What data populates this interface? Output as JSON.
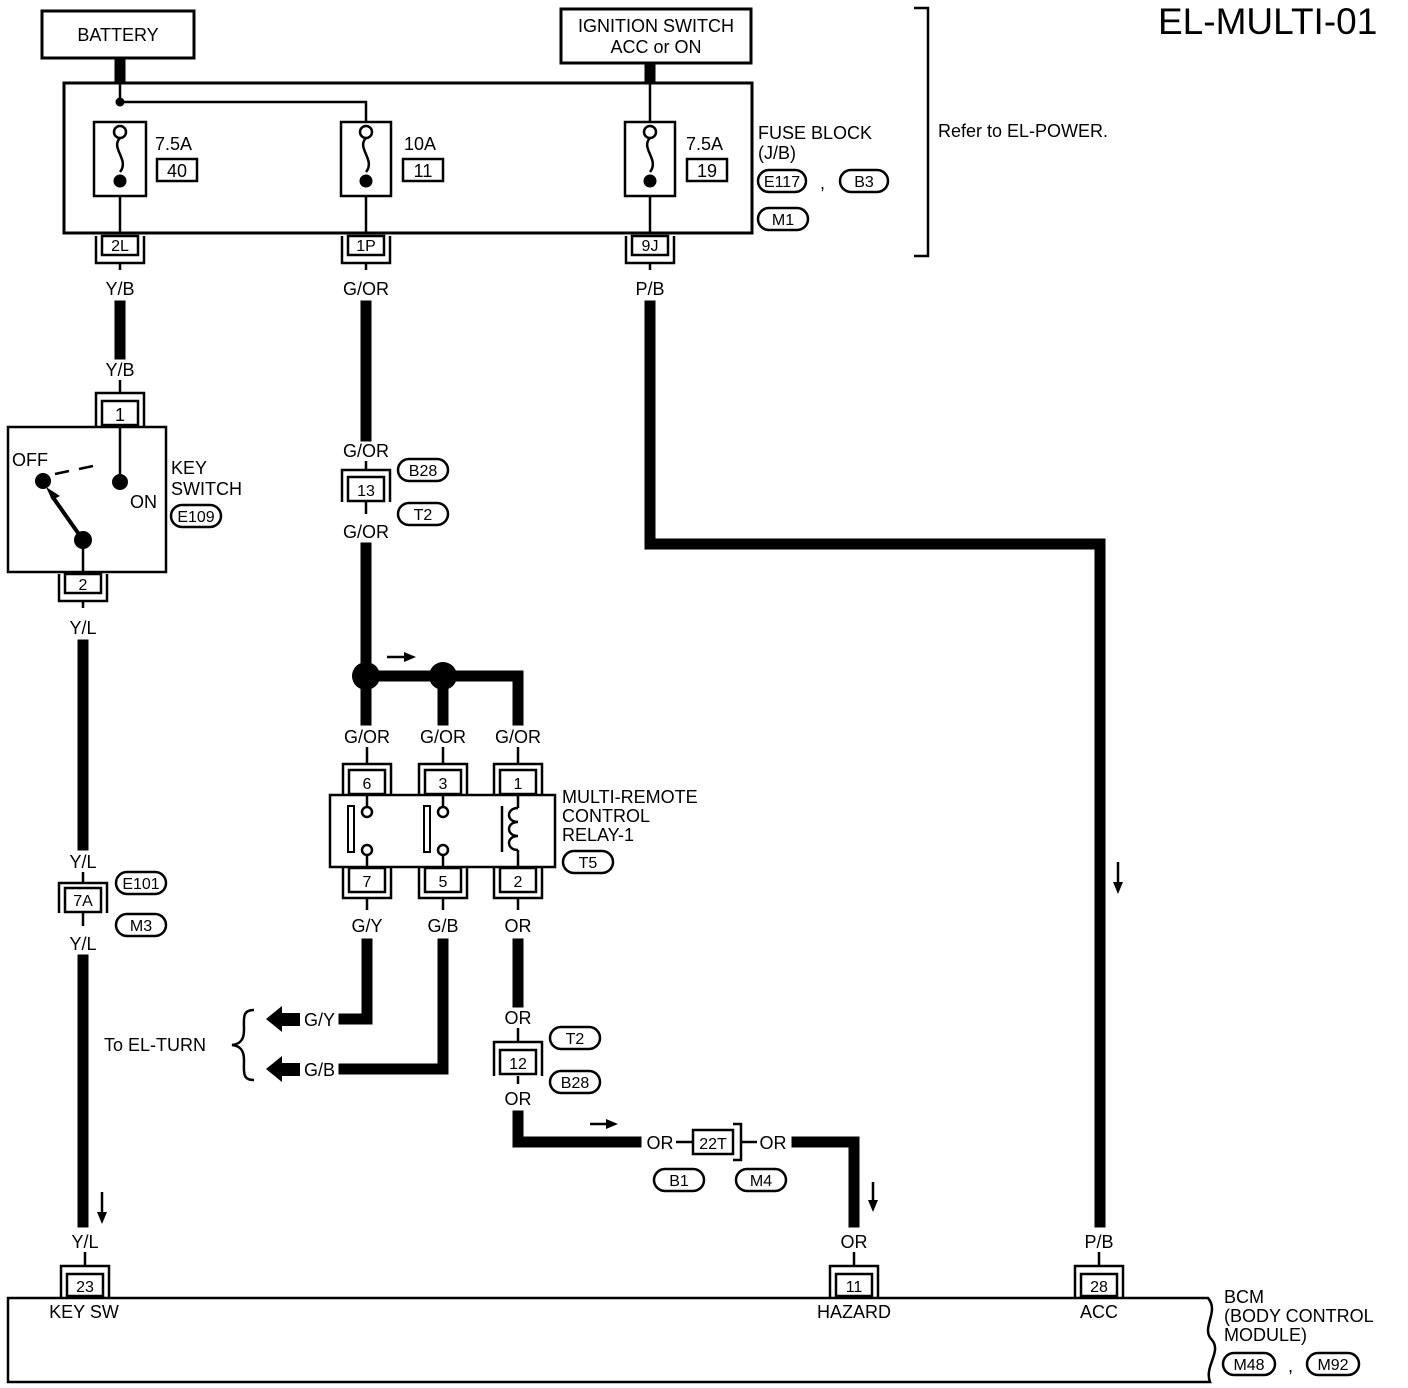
{
  "page": {
    "code": "EL-MULTI-01",
    "note": "Refer to EL-POWER."
  },
  "sources": {
    "battery": "BATTERY",
    "ignition_line1": "IGNITION SWITCH",
    "ignition_line2": "ACC or ON"
  },
  "fuse_block": {
    "label_line1": "FUSE BLOCK",
    "label_line2": "(J/B)",
    "connectors": [
      "E117",
      "B3",
      "M1"
    ],
    "separator": ",",
    "fuses": [
      {
        "rating": "7.5A",
        "number": "40",
        "terminal": "2L",
        "wire": "Y/B"
      },
      {
        "rating": "10A",
        "number": "11",
        "terminal": "1P",
        "wire": "G/OR"
      },
      {
        "rating": "7.5A",
        "number": "19",
        "terminal": "9J",
        "wire": "P/B"
      }
    ]
  },
  "key_switch": {
    "label_line1": "KEY",
    "label_line2": "SWITCH",
    "connector": "E109",
    "pin_in": "1",
    "pin_out": "2",
    "off": "OFF",
    "on": "ON",
    "wire_in": "Y/B",
    "wire_out": "Y/L"
  },
  "joint_e101": {
    "pin": "7A",
    "wire_in": "Y/L",
    "wire_out": "Y/L",
    "connectors": [
      "E101",
      "M3"
    ]
  },
  "joint_b28_13": {
    "pin": "13",
    "wire_in": "G/OR",
    "wire_out": "G/OR",
    "connectors": [
      "B28",
      "T2"
    ]
  },
  "relay": {
    "label_line1": "MULTI-REMOTE",
    "label_line2": "CONTROL",
    "label_line3": "RELAY-1",
    "connector": "T5",
    "top_pins": [
      "6",
      "3",
      "1"
    ],
    "bottom_pins": [
      "7",
      "5",
      "2"
    ],
    "top_wires": [
      "G/OR",
      "G/OR",
      "G/OR"
    ],
    "bottom_wires": [
      "G/Y",
      "G/B",
      "OR"
    ]
  },
  "to_turn": {
    "label": "To EL-TURN",
    "wires": [
      "G/Y",
      "G/B"
    ]
  },
  "joint_t2_12": {
    "pin": "12",
    "wire_in": "OR",
    "wire_out": "OR",
    "connectors": [
      "T2",
      "B28"
    ]
  },
  "joint_22t": {
    "pin": "22T",
    "wire_in": "OR",
    "wire_out": "OR",
    "connectors": [
      "B1",
      "M4"
    ]
  },
  "bcm": {
    "label_line1": "BCM",
    "label_line2": "(BODY CONTROL",
    "label_line3": "MODULE)",
    "connectors": [
      "M48",
      "M92"
    ],
    "separator": ",",
    "terminals": [
      {
        "pin": "23",
        "name": "KEY SW",
        "wire": "Y/L"
      },
      {
        "pin": "11",
        "name": "HAZARD",
        "wire": "OR"
      },
      {
        "pin": "28",
        "name": "ACC",
        "wire": "P/B"
      }
    ]
  }
}
